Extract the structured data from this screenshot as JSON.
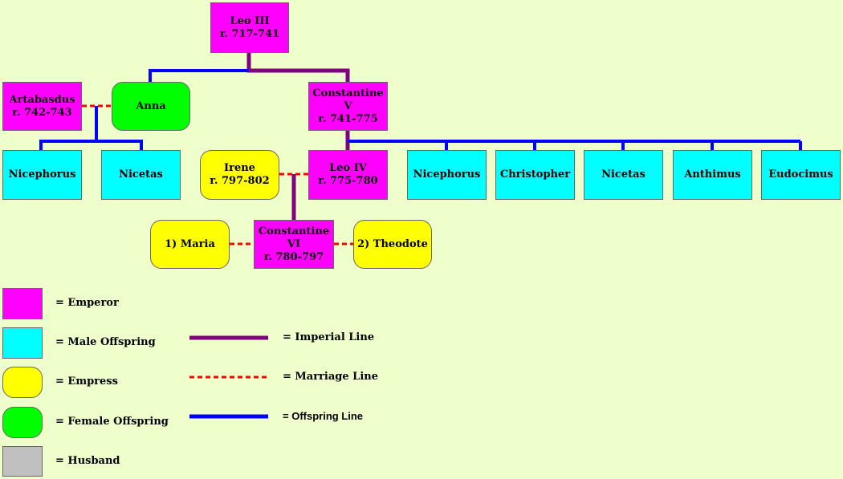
{
  "colors": {
    "background": "#eeffcc",
    "emperor": "#ff00ff",
    "male_offspring": "#00ffff",
    "empress": "#ffff00",
    "female_offspring": "#00ff00",
    "husband": "#c0c0c0",
    "imperial_line": "#800080",
    "marriage_line": "#ff0000",
    "offspring_line": "#0000ff"
  },
  "people": {
    "leo3": {
      "name": "Leo III",
      "reign": "r. 717-741"
    },
    "artabasdus": {
      "name": "Artabasdus",
      "reign": "r. 742-743"
    },
    "anna": {
      "name": "Anna"
    },
    "constantine5": {
      "name": "Constantine V",
      "reign": "r. 741-775"
    },
    "nicephorus_a": {
      "name": "Nicephorus"
    },
    "nicetas_a": {
      "name": "Nicetas"
    },
    "irene": {
      "name": "Irene",
      "reign": "r. 797-802"
    },
    "leo4": {
      "name": "Leo IV",
      "reign": "r. 775-780"
    },
    "nicephorus_b": {
      "name": "Nicephorus"
    },
    "christopher": {
      "name": "Christopher"
    },
    "nicetas_b": {
      "name": "Nicetas"
    },
    "anthimus": {
      "name": "Anthimus"
    },
    "eudocimus": {
      "name": "Eudocimus"
    },
    "maria": {
      "name": "1) Maria"
    },
    "constantine6": {
      "name_line1": "Constantine",
      "name_line2": "VI",
      "reign": "r. 780-797"
    },
    "theodote": {
      "name": "2) Theodote"
    }
  },
  "legend": {
    "emperor": "= Emperor",
    "male_offspring": "= Male Offspring",
    "empress": "= Empress",
    "female_offspring": "= Female Offspring",
    "husband": "= Husband",
    "imperial_line": "= Imperial Line",
    "marriage_line": "= Marriage Line",
    "offspring_line": "= Offspring Line"
  }
}
